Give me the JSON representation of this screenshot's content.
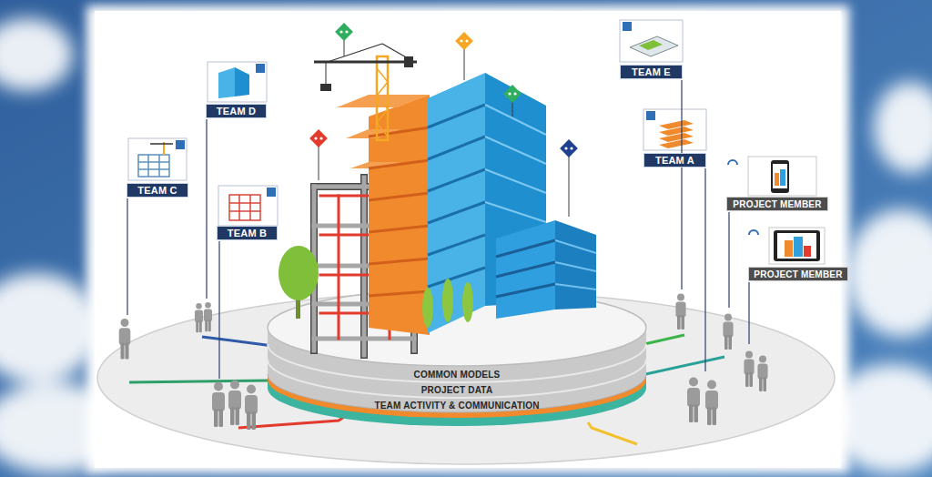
{
  "diagram": {
    "nodes": [
      {
        "text": [
          "TEAM D"
        ]
      },
      {
        "text": [
          "TEAM C"
        ]
      },
      {
        "text": [
          "TEAM B"
        ]
      },
      {
        "text": [
          "TEAM E"
        ]
      },
      {
        "text": [
          "TEAM A"
        ]
      },
      {
        "text": [
          "PROJECT MEMBER"
        ]
      },
      {
        "text": [
          "PROJECT MEMBER"
        ]
      },
      {
        "text": [
          "COMMON MODELS"
        ]
      },
      {
        "text": [
          "PROJECT DATA"
        ]
      },
      {
        "text": [
          "TEAM ACTIVITY & COMMUNICATION"
        ]
      }
    ]
  }
}
